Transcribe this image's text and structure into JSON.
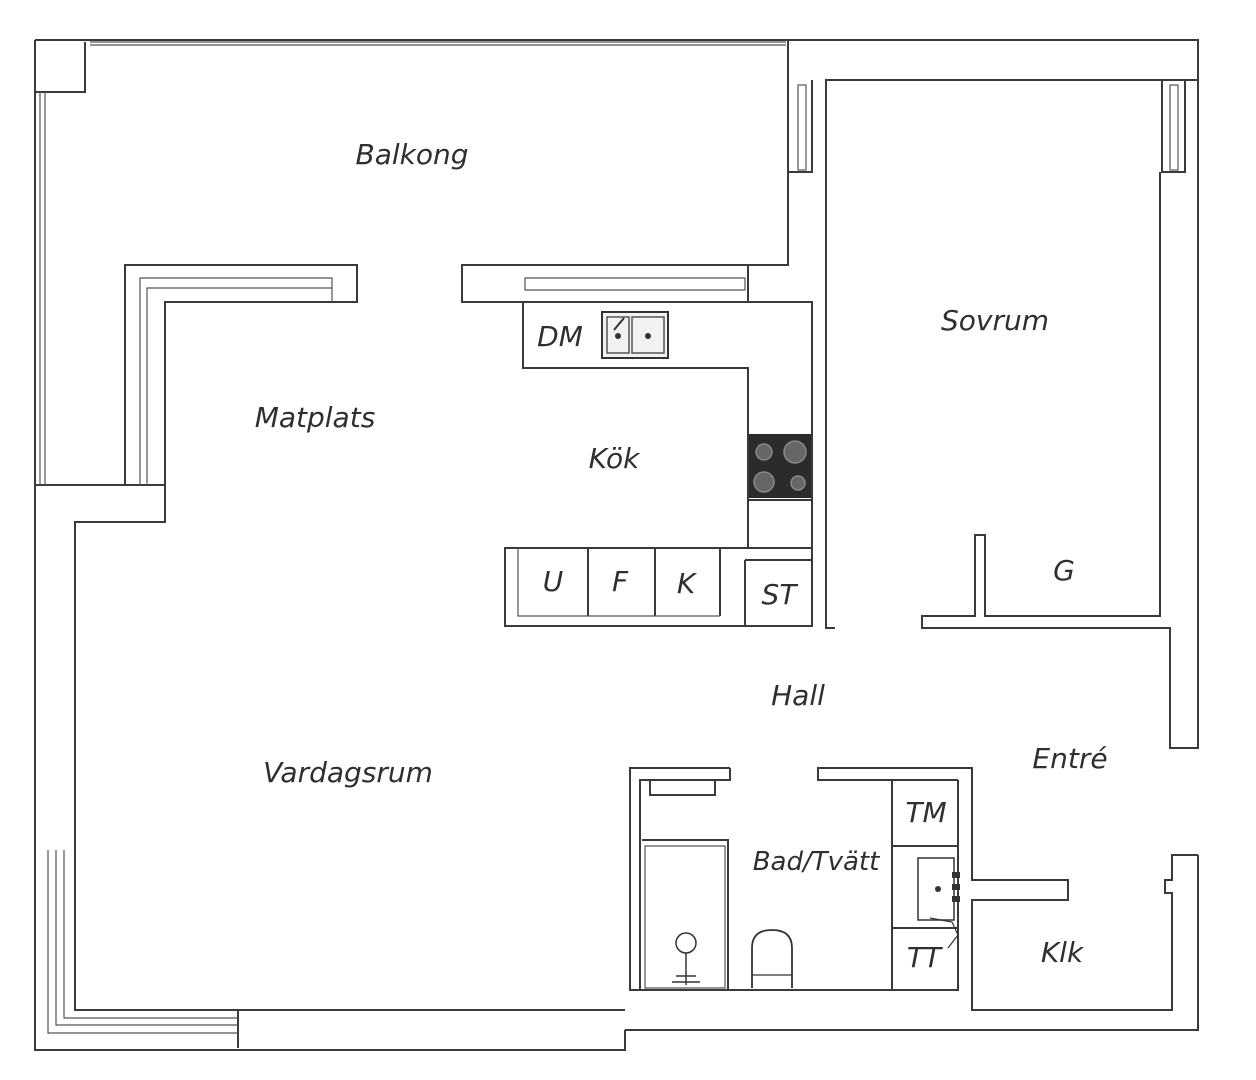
{
  "rooms": {
    "balkong": "Balkong",
    "matplats": "Matplats",
    "kok": "Kök",
    "vardagsrum": "Vardagsrum",
    "sovrum": "Sovrum",
    "hall": "Hall",
    "entre": "Entré",
    "bad_tvatt": "Bad/Tvätt",
    "klk": "Klk"
  },
  "fixtures": {
    "dm": "DM",
    "u": "U",
    "f": "F",
    "k": "K",
    "st": "ST",
    "g": "G",
    "tm": "TM",
    "tt": "TT"
  },
  "colors": {
    "wall": "#3a3a3a",
    "stove": "#2b2b2b",
    "text": "#2f2f2f"
  }
}
